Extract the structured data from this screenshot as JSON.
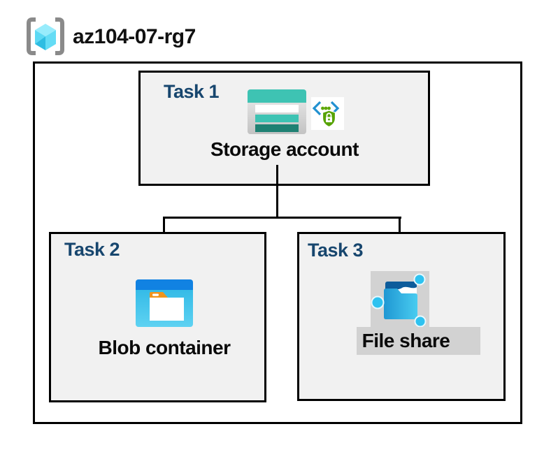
{
  "title": {
    "text": "az104-07-rg7",
    "icon": "resource-group-icon"
  },
  "tasks": [
    {
      "label": "Task 1",
      "node": "Storage account",
      "icons": [
        "storage-account-icon",
        "secured-access-icon"
      ]
    },
    {
      "label": "Task 2",
      "node": "Blob container",
      "icons": [
        "blob-container-icon"
      ]
    },
    {
      "label": "Task 3",
      "node": "File share",
      "icons": [
        "file-share-icon"
      ],
      "highlighted": true
    }
  ],
  "connections": [
    {
      "from": "Storage account",
      "to": "Blob container"
    },
    {
      "from": "Storage account",
      "to": "File share"
    }
  ],
  "colors": {
    "task_label": "#17466E",
    "box_fill": "#F1F1F1",
    "border": "#000000",
    "highlight_gray": "#D2D2D2",
    "storage_teal": "#3EC3B3",
    "storage_teal_dark": "#1F8173",
    "blob_blue": "#1182E2",
    "blob_cyan": "#3BBFE9",
    "fileshare_navy": "#0D5C9B",
    "fileshare_cyan": "#2EC2F0",
    "shield_green": "#57A304",
    "code_blue": "#2291D0",
    "bracket_gray": "#8A8A8A"
  }
}
